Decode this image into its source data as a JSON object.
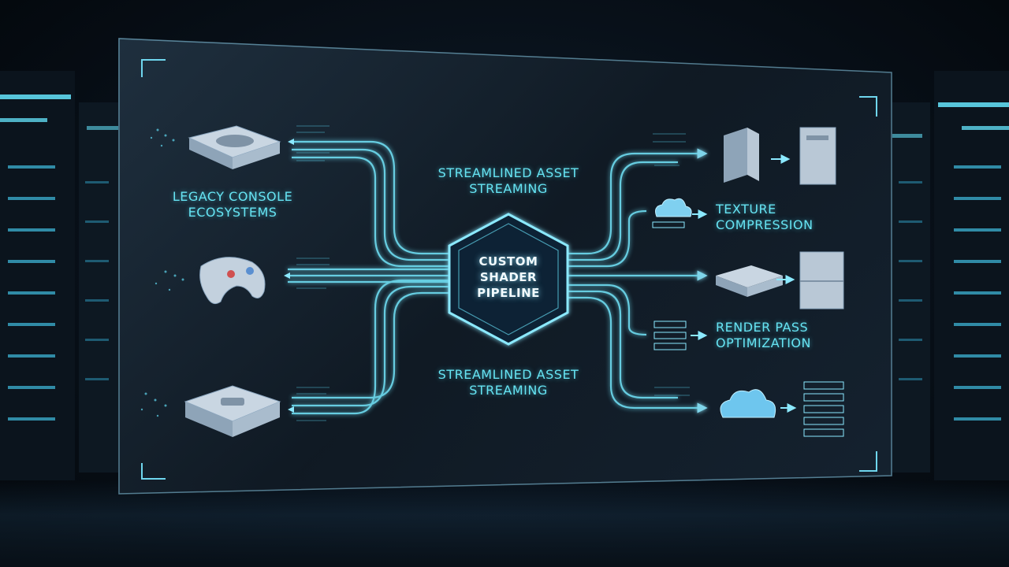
{
  "diagram": {
    "left_group_label": "Legacy Console Ecosystems",
    "top_flow_label": "Streamlined Asset Streaming",
    "bottom_flow_label": "Streamlined Asset Streaming",
    "hub_label": "Custom Shader Pipeline",
    "right_labels": {
      "texture": "Texture Compression",
      "render": "Render Pass Optimization"
    },
    "icons": {
      "consoles": [
        "console-icon",
        "controller-icon",
        "console-icon"
      ],
      "outputs": [
        "server-icon",
        "cloud-icon",
        "console-icon",
        "server-icon",
        "cloud-icon",
        "list-icon"
      ]
    },
    "colors": {
      "accent": "#5fe3f3",
      "glow": "#8be9ff",
      "panel": "#1a2a38"
    }
  }
}
